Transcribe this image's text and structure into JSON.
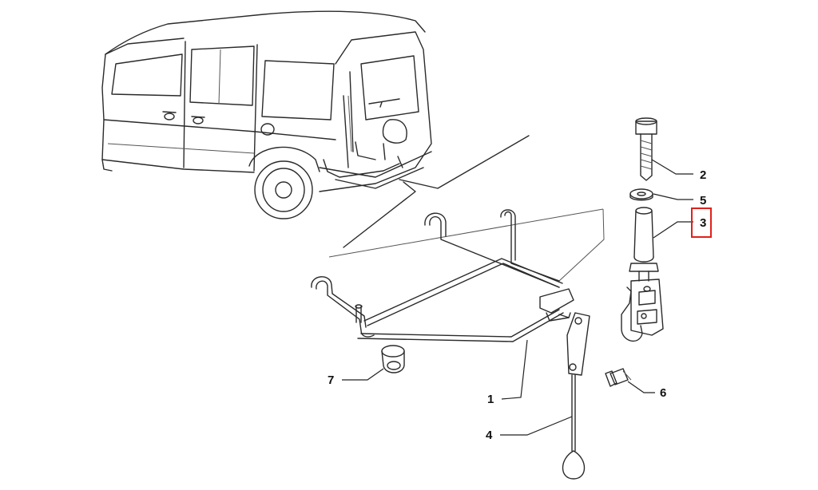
{
  "parts": [
    {
      "id": "part-1",
      "number": "1",
      "description": ""
    },
    {
      "id": "part-2",
      "number": "2",
      "description": ""
    },
    {
      "id": "part-3",
      "number": "3",
      "description": ""
    },
    {
      "id": "part-4",
      "number": "4",
      "description": ""
    },
    {
      "id": "part-5",
      "number": "5",
      "description": ""
    },
    {
      "id": "part-6",
      "number": "6",
      "description": ""
    },
    {
      "id": "part-7",
      "number": "7",
      "description": ""
    }
  ],
  "highlighted_part": "3",
  "colors": {
    "line": "#2a2a2a",
    "highlight": "#e0211b",
    "background": "#ffffff"
  }
}
